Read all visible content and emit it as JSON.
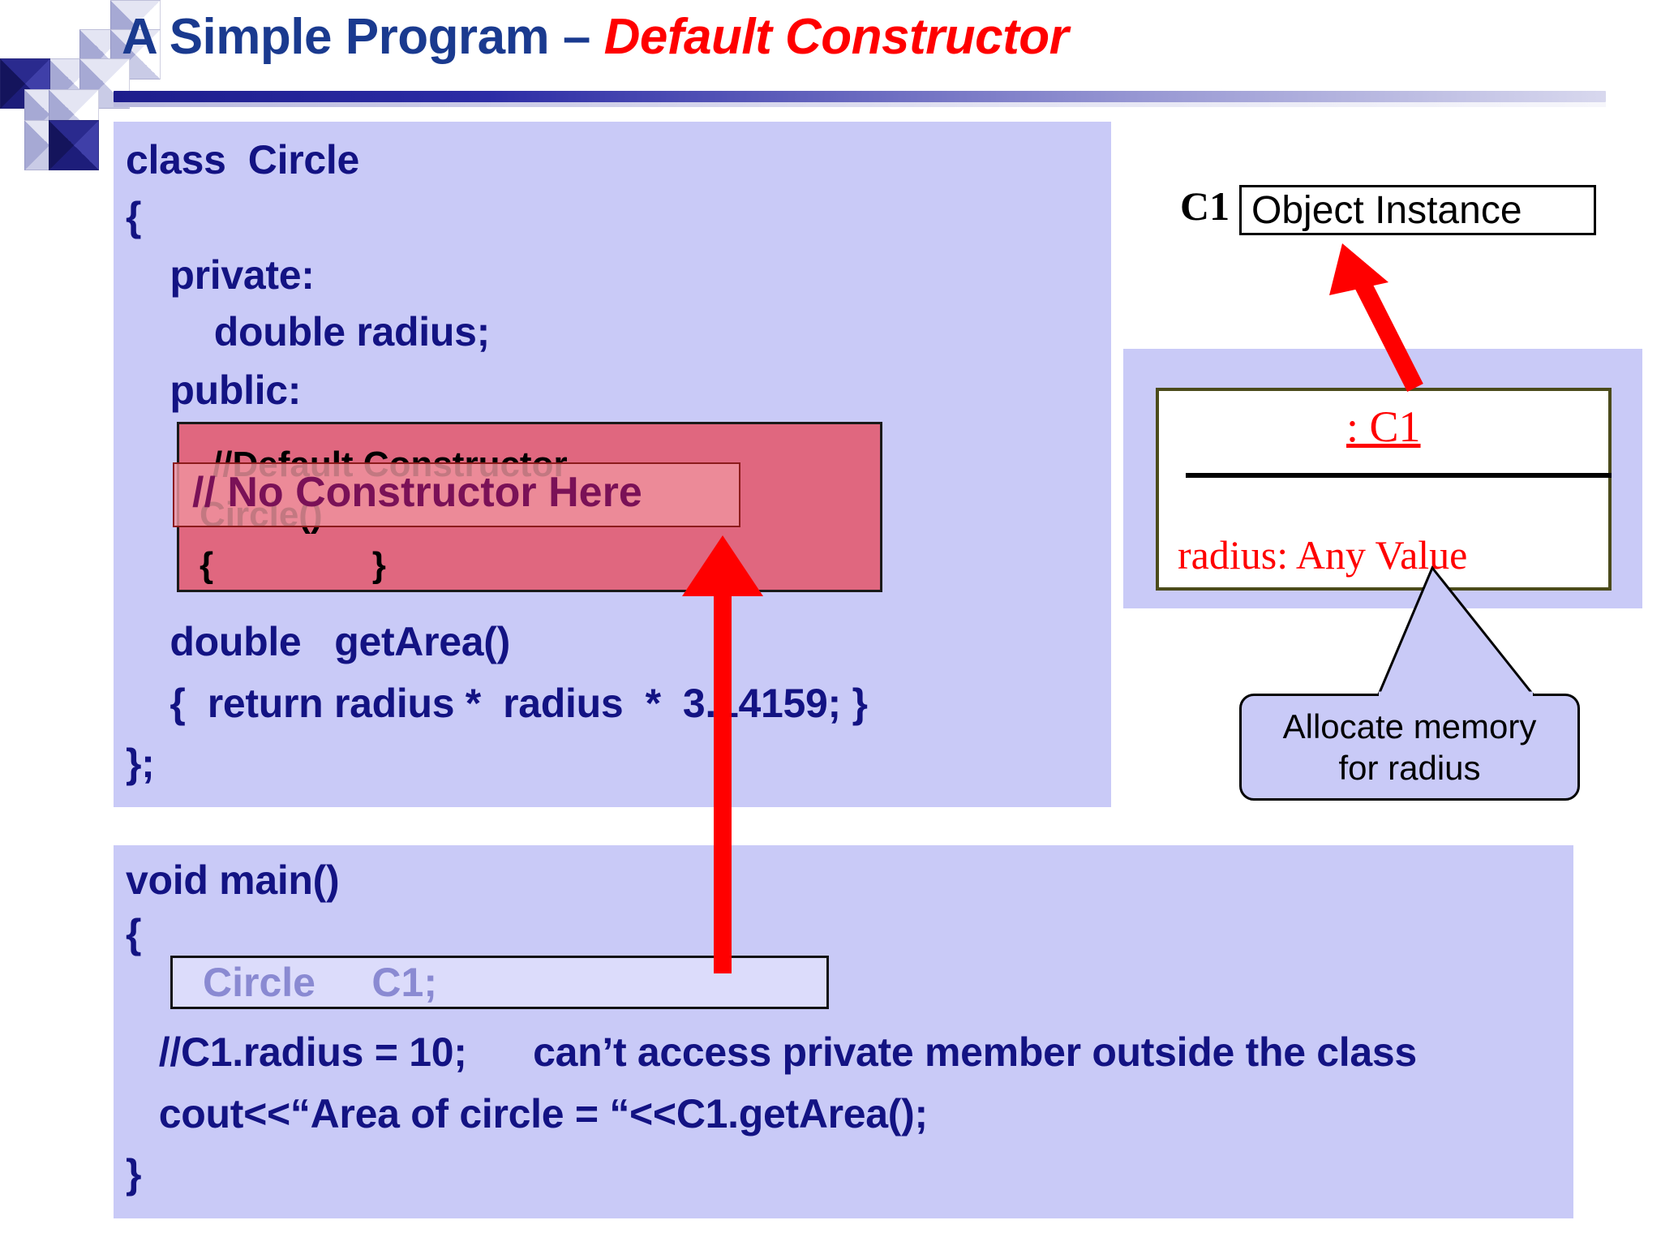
{
  "slide": {
    "title": {
      "main": "A Simple Program – ",
      "accent": "Default Constructor"
    }
  },
  "class_panel": {
    "lines": [
      "class  Circle",
      "{",
      "    private:",
      "        double radius;",
      "    public:",
      "    double   getArea()",
      "    {  return radius *  radius  *  3.14159; }",
      "};"
    ]
  },
  "constructor_block": {
    "comment": "//Default Constructor",
    "signature": "Circle()",
    "body": "{                }",
    "overlay_label": "// No Constructor Here"
  },
  "main_panel": {
    "lines": [
      "void main()",
      "{",
      "   //C1.radius = 10;      can’t access private member outside the class",
      "   cout<<“Area of circle = “<<C1.getArea();",
      "}"
    ],
    "declaration": "Circle     C1;"
  },
  "diagram": {
    "c1_label": "C1",
    "object_instance": "Object Instance",
    "uml_title": ": C1",
    "uml_attribute": "radius: Any Value",
    "callout_line1": "Allocate memory",
    "callout_line2": "for radius"
  },
  "colors": {
    "title_main": "#1a3a8f",
    "title_accent": "#ff0000",
    "panel_bg": "#c9caf7",
    "code_text": "#131383",
    "highlight_bg": "#e0677f",
    "overlay_text": "#7a1157",
    "uml_red": "#ff0000",
    "arrow_red": "#ff0000"
  }
}
